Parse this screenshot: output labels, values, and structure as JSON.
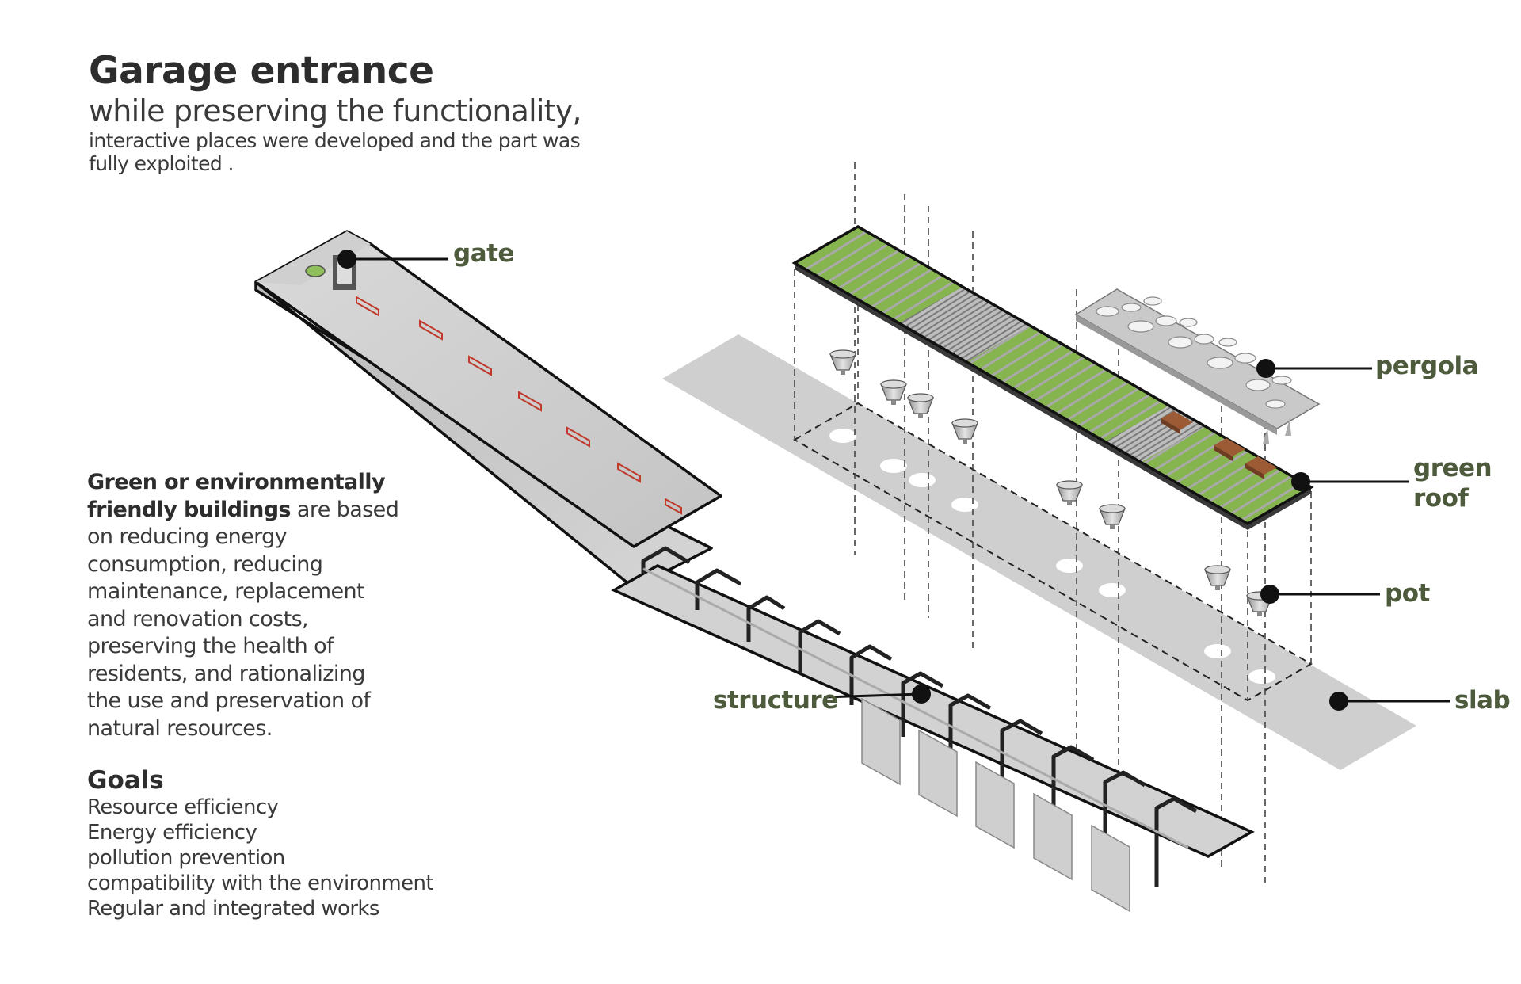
{
  "header": {
    "title": "Garage entrance",
    "subtitle": "while preserving the functionality,",
    "description_line1": "interactive places were developed and the part was",
    "description_line2": "fully exploited ."
  },
  "body": {
    "bold_lead_1": "Green or environmentally",
    "bold_lead_2": "friendly buildings",
    "rest": " are based on reducing energy consumption, reducing maintenance, replacement and renovation costs, preserving the health of residents, and rationalizing the use and preservation of natural resources."
  },
  "goals": {
    "heading": "Goals",
    "items": [
      "Resource efficiency",
      "Energy efficiency",
      "pollution prevention",
      "compatibility with the environment",
      "Regular and integrated works"
    ]
  },
  "labels": {
    "gate": "gate",
    "pergola": "pergola",
    "green_roof_1": "green",
    "green_roof_2": "roof",
    "pot": "pot",
    "slab": "slab",
    "structure": "structure"
  },
  "colors": {
    "label": "#4d5a3c",
    "green_roof": "#86b44f",
    "concrete": "#c9c9c9",
    "barrier": "#c0392b",
    "bench": "#9c5a35"
  }
}
